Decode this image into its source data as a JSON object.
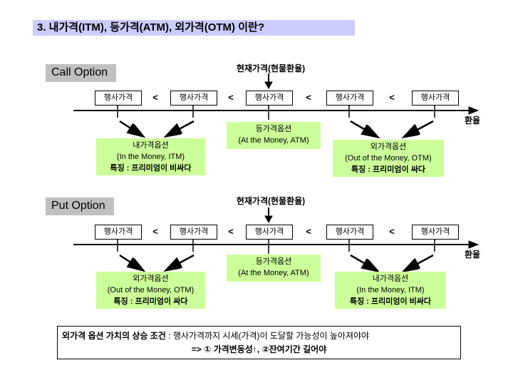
{
  "title": "3. 내가격(ITM), 등가격(ATM), 외가격(OTM) 이란?",
  "shared": {
    "strike_label": "행사가격",
    "less_than": "<",
    "current_price_label": "현재가격(현물환율)",
    "axis_label": "환율"
  },
  "call": {
    "label": "Call Option",
    "itm": {
      "name": "내가격옵션",
      "en": "(In the Money, ITM)",
      "feature": "특징 : 프리미엄이 비싸다"
    },
    "atm": {
      "name": "등가격옵션",
      "en": "(At the Money, ATM)"
    },
    "otm": {
      "name": "외가격옵션",
      "en": "(Out of the Money, OTM)",
      "feature": "특징 : 프리미엄이 싸다"
    }
  },
  "put": {
    "label": "Put Option",
    "otm": {
      "name": "외가격옵션",
      "en": "(Out of the Money, OTM)",
      "feature": "특징 : 프리미엄이 싸다"
    },
    "atm": {
      "name": "등가격옵션",
      "en": "(At the Money, ATM)"
    },
    "itm": {
      "name": "내가격옵션",
      "en": "(In the Money, ITM)",
      "feature": "특징 : 프리미엄이 비싸다"
    }
  },
  "footnote": {
    "lead": "외가격 옵션 가치의 상승 조건",
    "line1_rest": " : 행사가격까지 시세(가격)이 도달할 가능성이 높아져야야",
    "line2": "=> ① 가격변동성↑, ②잔여기간 길어야"
  },
  "colors": {
    "title_bg": "#ccccff",
    "section_label_bg": "#c0c0c0",
    "highlight_bg": "#ccff99"
  }
}
